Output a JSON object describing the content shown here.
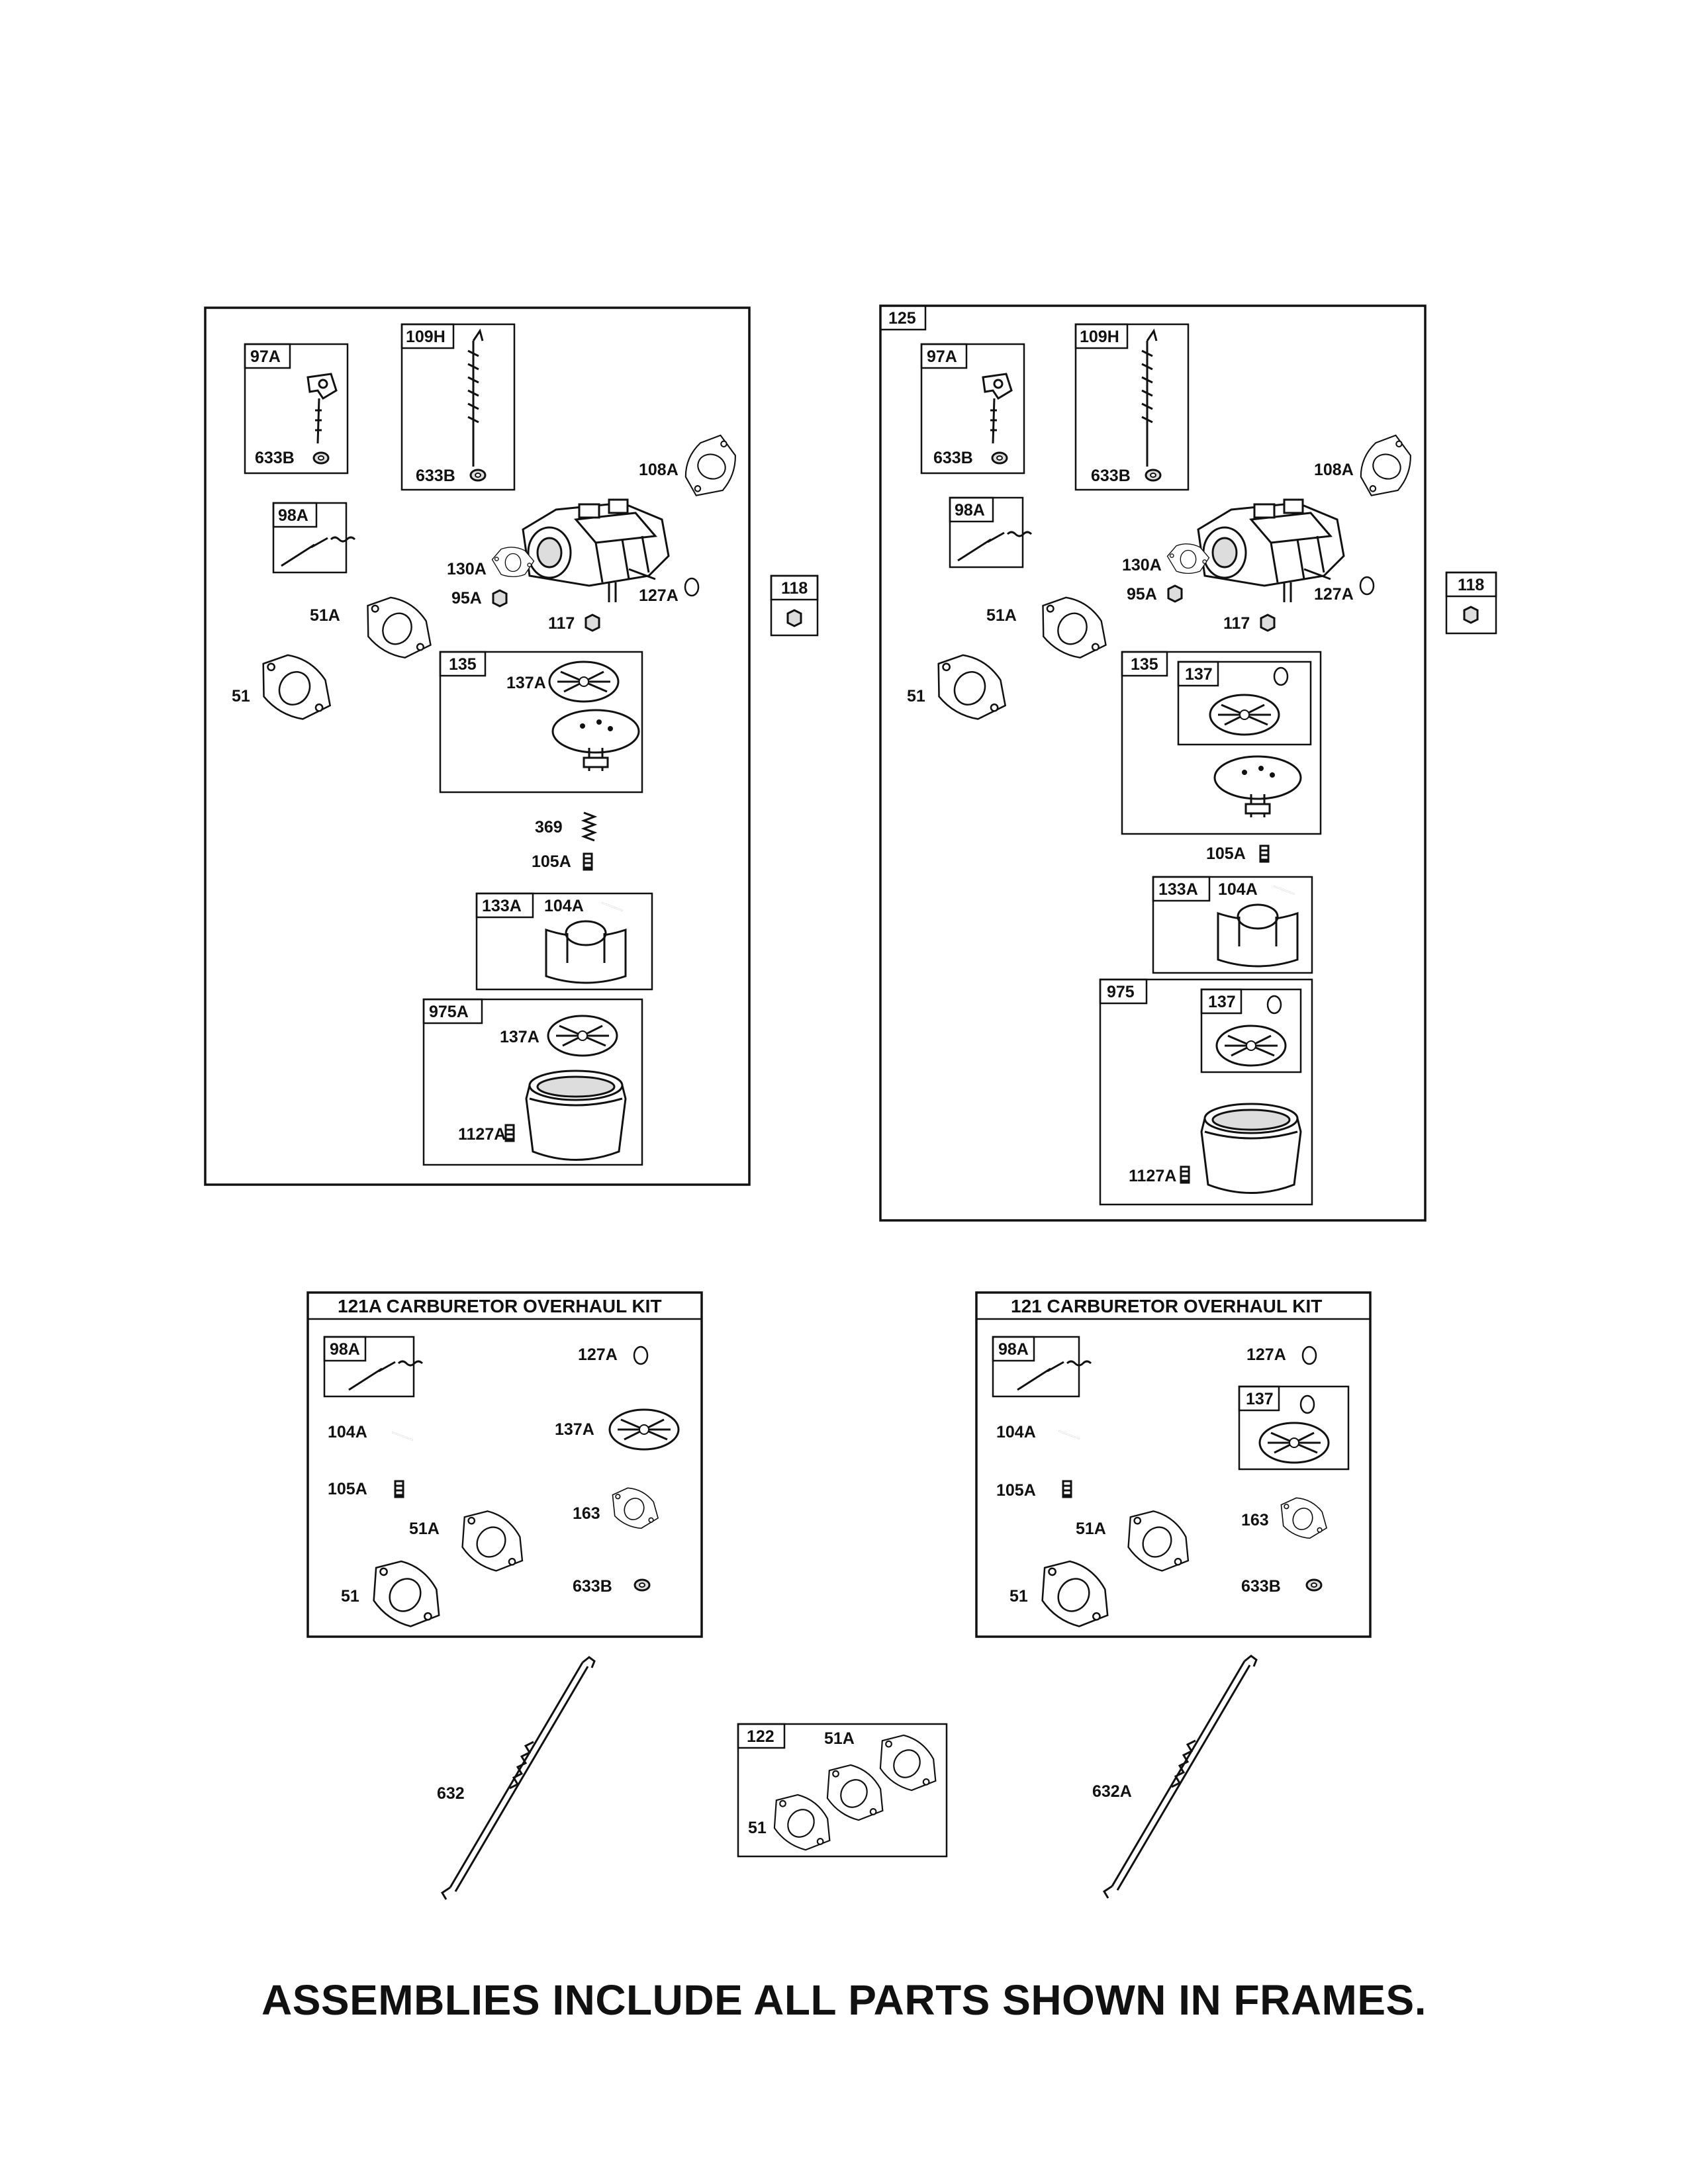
{
  "assembly_left": {
    "frame_label": "",
    "labels": {
      "97A": "97A",
      "633B_a": "633B",
      "109H": "109H",
      "633B_b": "633B",
      "98A": "98A",
      "108A": "108A",
      "130A": "130A",
      "95A": "95A",
      "127A": "127A",
      "117": "117",
      "51A": "51A",
      "51": "51",
      "135": "135",
      "137A_a": "137A",
      "369": "369",
      "105A": "105A",
      "133A": "133A",
      "104A": "104A",
      "975A": "975A",
      "137A_b": "137A",
      "1127A": "1127A"
    },
    "side_item": "118"
  },
  "assembly_right": {
    "frame_label": "125",
    "labels": {
      "97A": "97A",
      "633B_a": "633B",
      "109H": "109H",
      "633B_b": "633B",
      "98A": "98A",
      "108A": "108A",
      "130A": "130A",
      "95A": "95A",
      "127A": "127A",
      "117": "117",
      "51A": "51A",
      "51": "51",
      "135": "135",
      "137_a": "137",
      "105A": "105A",
      "133A": "133A",
      "104A": "104A",
      "975": "975",
      "137_b": "137",
      "1127A": "1127A"
    },
    "side_item": "118"
  },
  "kit_left": {
    "title": "121A CARBURETOR OVERHAUL KIT",
    "labels": {
      "98A": "98A",
      "127A": "127A",
      "104A": "104A",
      "137A": "137A",
      "105A": "105A",
      "163": "163",
      "51A": "51A",
      "51": "51",
      "633B": "633B"
    }
  },
  "kit_right": {
    "title": "121 CARBURETOR OVERHAUL KIT",
    "labels": {
      "98A": "98A",
      "127A": "127A",
      "104A": "104A",
      "137": "137",
      "105A": "105A",
      "163": "163",
      "51A": "51A",
      "51": "51",
      "633B": "633B"
    }
  },
  "bottom": {
    "link_left": "632",
    "gasket_set": "122",
    "gasket_51A": "51A",
    "gasket_51": "51",
    "link_right": "632A"
  },
  "footer": "ASSEMBLIES INCLUDE ALL PARTS SHOWN IN FRAMES."
}
